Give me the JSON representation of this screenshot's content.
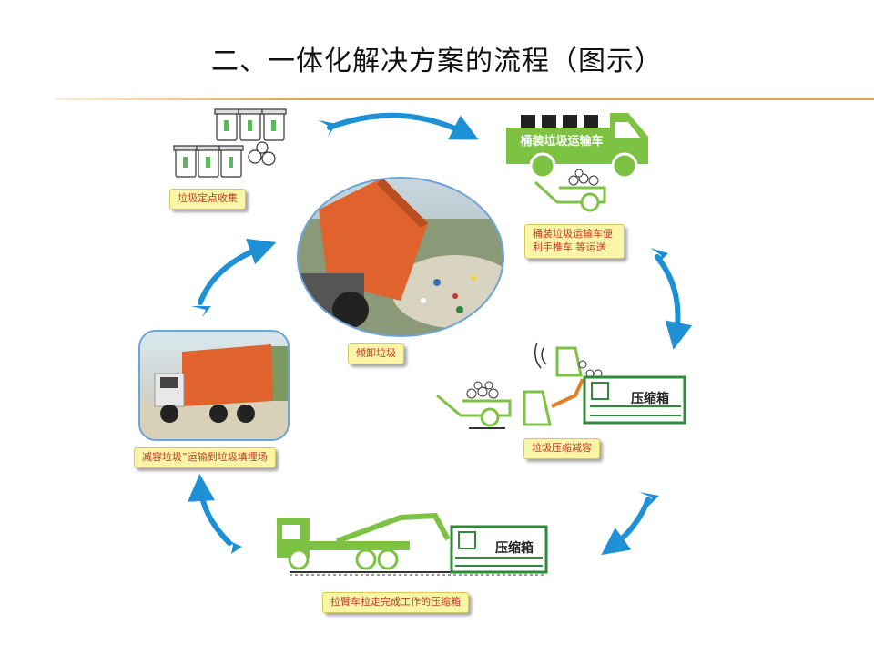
{
  "title": "二、一体化解决方案的流程（图示）",
  "labels": {
    "step1": "垃圾定点收集",
    "step2": "桶装垃圾运输车便利手推车 等运送",
    "step3": "垃圾压缩减容",
    "step4": "拉臂车拉走完成工作的压缩箱",
    "step5": "减容垃圾”运输到垃圾填埋场",
    "step6": "倾卸垃圾"
  },
  "truck_sign": "桶装垃圾运输车",
  "box_label_1": "压缩箱",
  "box_label_2": "压缩箱",
  "colors": {
    "green": "#7dc242",
    "dark_green": "#2e8b3a",
    "arrow_blue": "#1e90d6",
    "orange_truck": "#e0622c",
    "label_bg": "#fbf5a8",
    "label_text": "#c0392b"
  }
}
